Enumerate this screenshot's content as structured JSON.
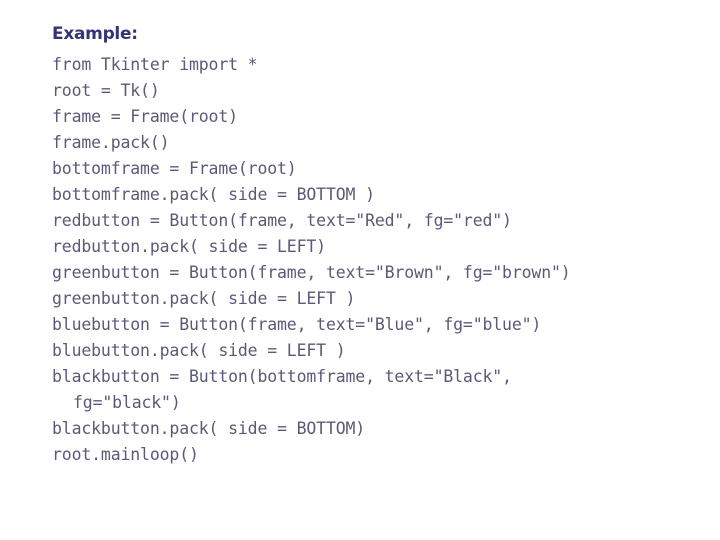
{
  "slide": {
    "background_color": "#ffffff",
    "heading": "Example:",
    "heading_color": "#333377",
    "code_color": "#5a5a78"
  },
  "code": {
    "language": "python",
    "lines": [
      {
        "text": "from Tkinter import *",
        "indent": false
      },
      {
        "text": "root = Tk()",
        "indent": false
      },
      {
        "text": "frame = Frame(root)",
        "indent": false
      },
      {
        "text": "frame.pack()",
        "indent": false
      },
      {
        "text": "bottomframe = Frame(root)",
        "indent": false
      },
      {
        "text": "bottomframe.pack( side = BOTTOM )",
        "indent": false
      },
      {
        "text": "redbutton = Button(frame, text=\"Red\", fg=\"red\")",
        "indent": false
      },
      {
        "text": "redbutton.pack( side = LEFT)",
        "indent": false
      },
      {
        "text": "greenbutton = Button(frame, text=\"Brown\", fg=\"brown\")",
        "indent": false
      },
      {
        "text": "greenbutton.pack( side = LEFT )",
        "indent": false
      },
      {
        "text": "bluebutton = Button(frame, text=\"Blue\", fg=\"blue\")",
        "indent": false
      },
      {
        "text": "bluebutton.pack( side = LEFT )",
        "indent": false
      },
      {
        "text": "blackbutton = Button(bottomframe, text=\"Black\",",
        "indent": false
      },
      {
        "text": "fg=\"black\")",
        "indent": true
      },
      {
        "text": "blackbutton.pack( side = BOTTOM)",
        "indent": false
      },
      {
        "text": "root.mainloop()",
        "indent": false
      }
    ]
  }
}
